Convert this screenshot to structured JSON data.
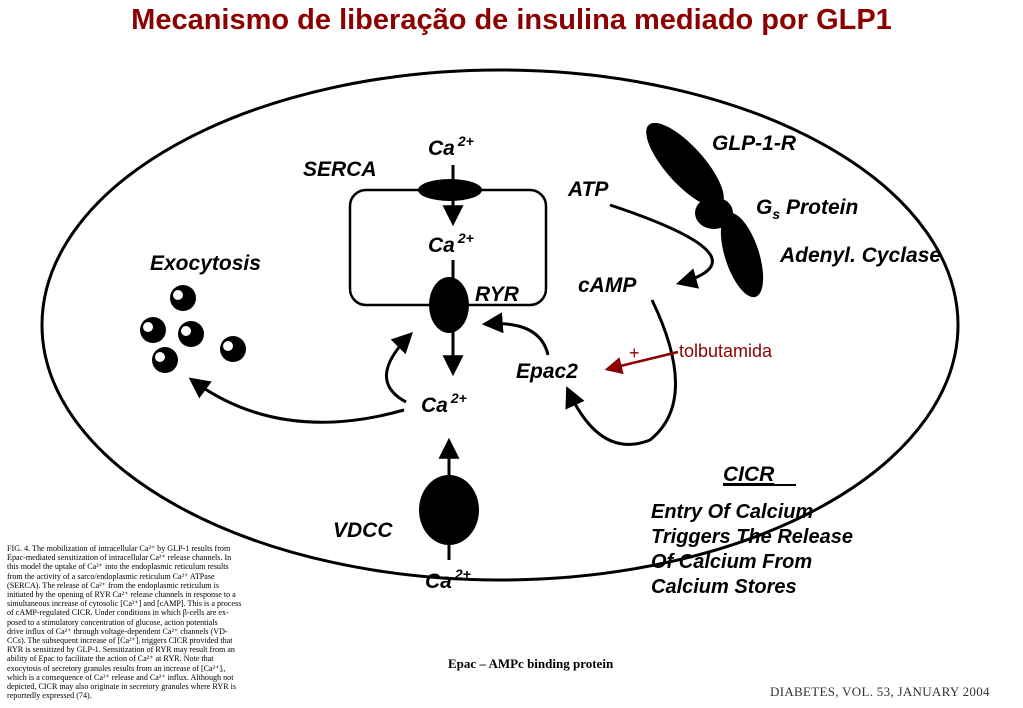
{
  "title": "Mecanismo de liberação de insulina mediado por GLP1",
  "diagram": {
    "labels": {
      "ca_top": "Ca",
      "ca_er": "Ca",
      "ca_cyto": "Ca",
      "ca_bottom": "Ca",
      "sup_2plus": "2+",
      "serca": "SERCA",
      "ryr": "RYR",
      "exocytosis": "Exocytosis",
      "glp1r": "GLP-1-R",
      "gs_protein": "G",
      "gs_sub": "s",
      "gs_protein_word": " Protein",
      "adenyl_cyclase": "Adenyl. Cyclase",
      "atp": "ATP",
      "camp": "cAMP",
      "epac2": "Epac2",
      "vdcc": "VDCC",
      "plus": "+",
      "tolbutamida": "tolbutamida"
    },
    "cicr": {
      "heading": "CICR",
      "lines": [
        "Entry Of Calcium",
        "Triggers The Release",
        "Of Calcium From",
        "Calcium Stores"
      ]
    },
    "colors": {
      "title": "#8b0000",
      "tolbutamida_arrow": "#8b0000",
      "ink": "#000000"
    }
  },
  "caption": [
    "FIG. 4. The mobilization of intracellular Ca²⁺ by GLP-1 results from",
    "Epac-mediated sensitization of intracellular Ca²⁺ release channels. In",
    "this model the uptake of Ca²⁺ into the endoplasmic reticulum results",
    "from the activity of a sarco/endoplasmic reticulum Ca²⁺ ATPase",
    "(SERCA). The release of Ca²⁺ from the endoplasmic reticulum is",
    "initiated by the opening of RYR Ca²⁺ release channels in response to a",
    "simultaneous increase of cytosolic [Ca²⁺] and [cAMP]. This is a process",
    "of cAMP-regulated CICR. Under conditions in which β-cells are ex-",
    "posed to a stimulatory concentration of glucose, action potentials",
    "drive influx of Ca²⁺ through voltage-dependent Ca²⁺ channels (VD-",
    "CCs). The subsequent increase of [Ca²⁺]ᵢ triggers CICR provided that",
    "RYR is sensitized by GLP-1. Sensitization of RYR may result from an",
    "ability of Epac to facilitate the action of Ca²⁺ at RYR. Note that",
    "exocytosis of secretory granules results from an increase of [Ca²⁺]ᵢ,",
    "which is a consequence of Ca²⁺ release and Ca²⁺ influx. Although not",
    "depicted, CICR may also originate in secretory granules where RYR is",
    "reportedly expressed (74)."
  ],
  "epac_note": "Epac – AMPc binding protein",
  "citation": "DIABETES, VOL. 53, JANUARY 2004"
}
